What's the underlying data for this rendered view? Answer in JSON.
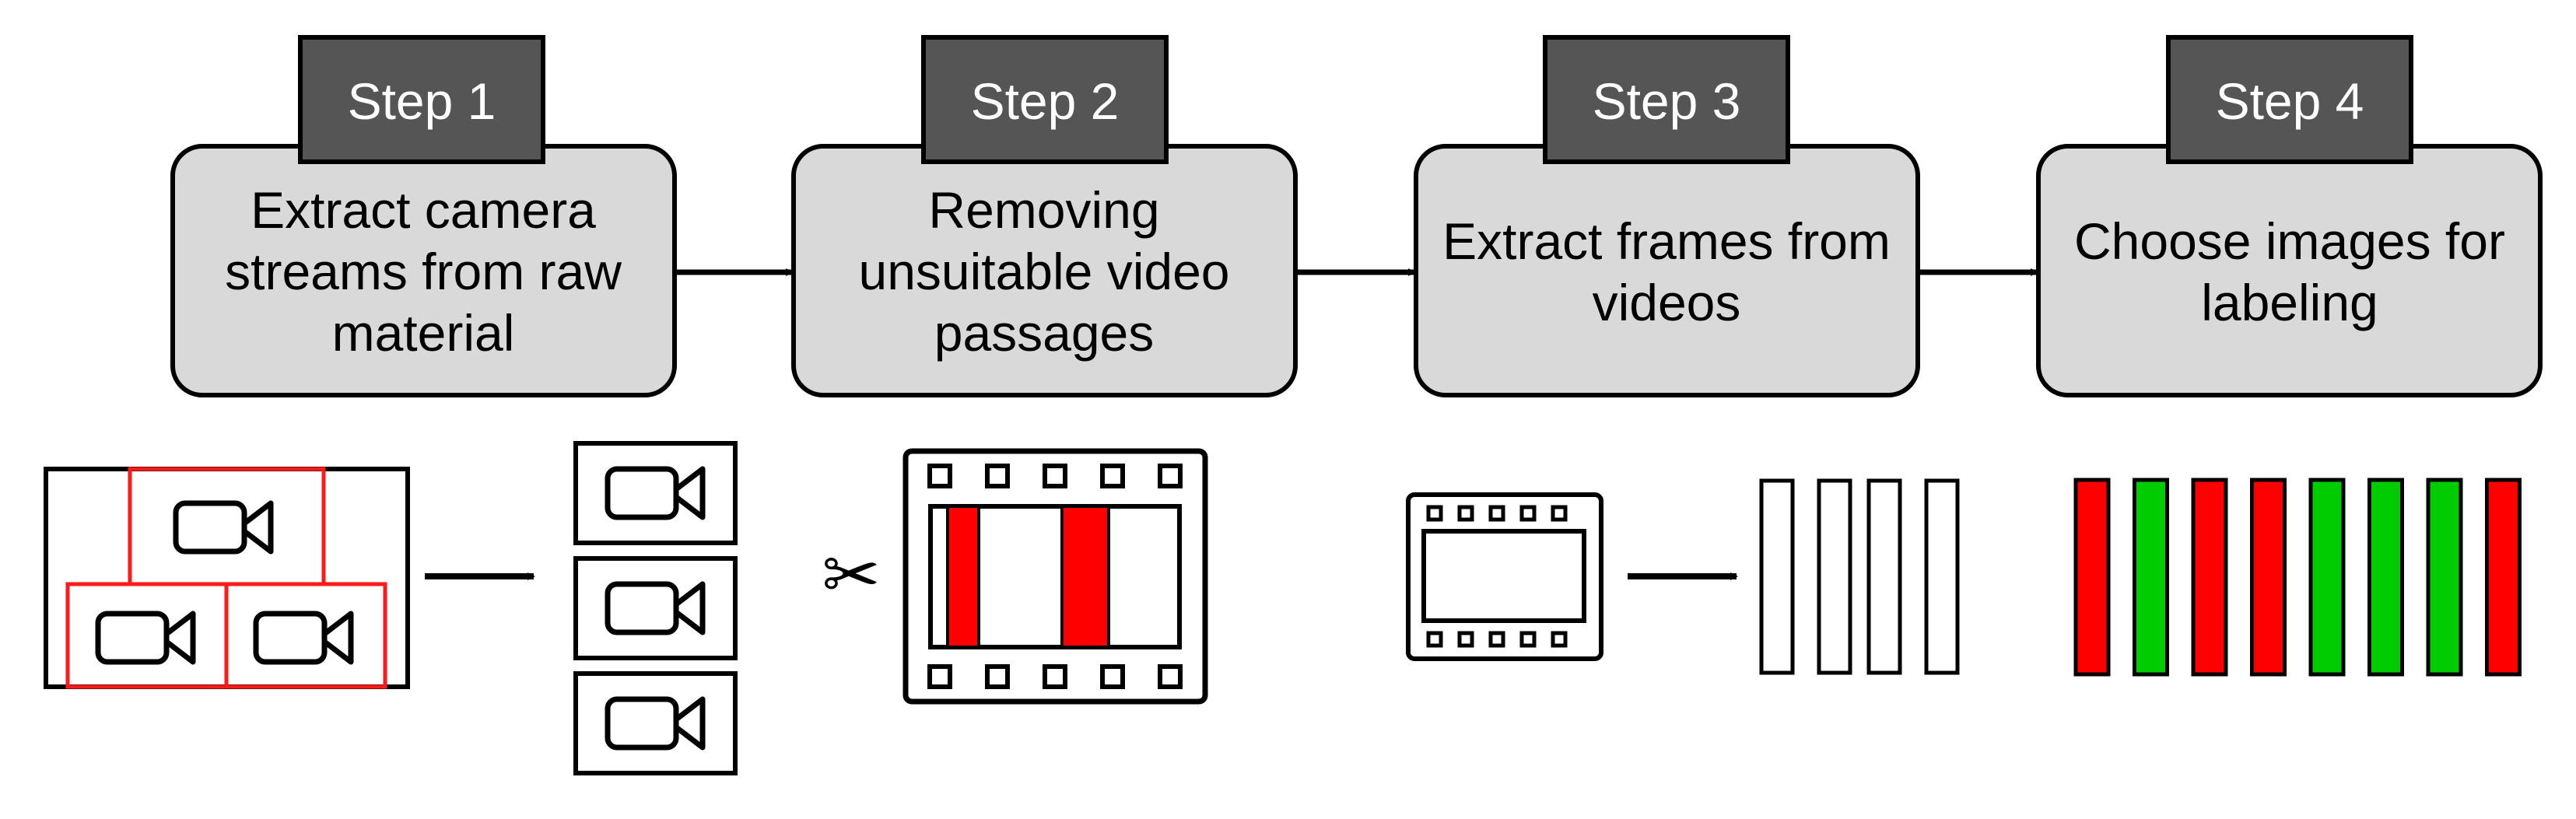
{
  "steps": [
    {
      "tab": "Step 1",
      "lines": [
        "Extract camera",
        "streams from raw",
        "material"
      ]
    },
    {
      "tab": "Step 2",
      "lines": [
        "Removing",
        "unsuitable video",
        "passages"
      ]
    },
    {
      "tab": "Step 3",
      "lines": [
        "Extract frames from",
        "videos"
      ]
    },
    {
      "tab": "Step 4",
      "lines": [
        "Choose images for",
        "labeling"
      ]
    }
  ],
  "labeling_selection": [
    "red",
    "green",
    "red",
    "red",
    "green",
    "green",
    "green",
    "red"
  ],
  "colors": {
    "tab_fill": "#555555",
    "box_fill": "#d9d9d9",
    "highlight_red": "#ff0000",
    "highlight_green": "#00cc00",
    "frame_red": "#ff1a1a"
  },
  "icons": {
    "camera": "video-camera-icon",
    "film": "film-strip-icon",
    "scissors": "scissors-icon"
  }
}
